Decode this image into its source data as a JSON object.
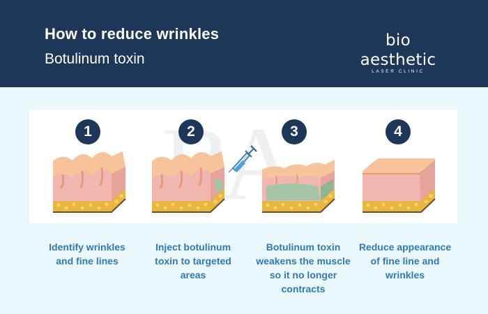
{
  "header": {
    "title": "How to reduce wrinkles",
    "subtitle": "Botulinum toxin"
  },
  "brand": {
    "name": "bio aesthetic",
    "tagline": "LASER CLINIC"
  },
  "watermark": "BA",
  "steps": [
    {
      "number": "1",
      "caption": "Identify wrinkles and fine lines"
    },
    {
      "number": "2",
      "caption": "Inject botulinum toxin to targeted areas"
    },
    {
      "number": "3",
      "caption": "Botulinum toxin weakens the muscle so it no longer contracts"
    },
    {
      "number": "4",
      "caption": "Reduce appearance of fine line and wrinkles"
    }
  ],
  "colors": {
    "header_bg": "#1c3757",
    "page_bg": "#eaf8fb",
    "caption_text": "#2f7ab8",
    "skin_top": "#f6c39b",
    "skin_side": "#f2b6b0",
    "fat_layer": "#e9b73e",
    "muscle": "#9fc6a6"
  }
}
